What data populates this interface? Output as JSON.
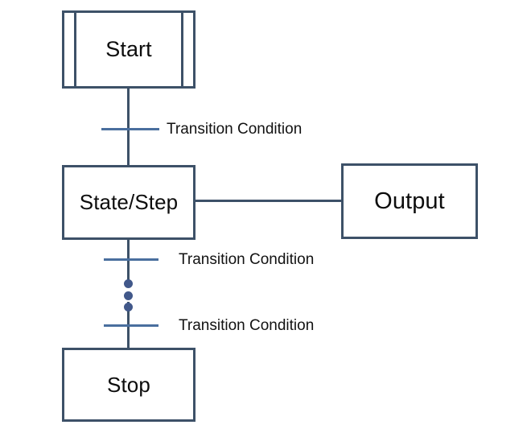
{
  "diagram": {
    "type": "state-transition-flowchart",
    "background_color": "#ffffff",
    "node_border_color": "#3d5168",
    "connector_color": "#3d5168",
    "tick_color": "#4a6f9e",
    "dot_color": "#41588a",
    "text_color": "#121212",
    "nodes": [
      {
        "id": "start",
        "label": "Start",
        "shape": "predefined-process"
      },
      {
        "id": "state",
        "label": "State/Step",
        "shape": "rectangle"
      },
      {
        "id": "output",
        "label": "Output",
        "shape": "rectangle"
      },
      {
        "id": "stop",
        "label": "Stop",
        "shape": "rectangle"
      }
    ],
    "edge_labels": [
      {
        "id": "t1",
        "label": "Transition Condition"
      },
      {
        "id": "t2",
        "label": "Transition Condition"
      },
      {
        "id": "t3",
        "label": "Transition Condition"
      }
    ],
    "ellipsis": {
      "dot_count": 3,
      "meaning": "continuation"
    }
  }
}
